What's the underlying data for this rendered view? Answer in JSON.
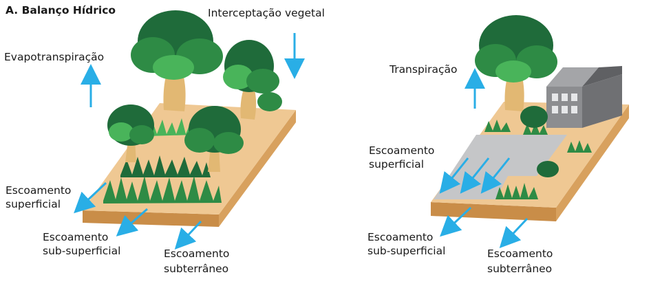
{
  "title": "A. Balanço Hídrico",
  "left_scene": {
    "interception": "Interceptação vegetal",
    "evapotranspiration": "Evapotranspiração",
    "surface_runoff": [
      "Escoamento",
      "superficial"
    ],
    "subsurface_runoff": [
      "Escoamento",
      "sub-superficial"
    ],
    "groundwater_runoff": [
      "Escoamento",
      "subterrâneo"
    ]
  },
  "right_scene": {
    "transpiration": "Transpiração",
    "surface_runoff": [
      "Escoamento",
      "superficial"
    ],
    "subsurface_runoff": [
      "Escoamento",
      "sub-superficial"
    ],
    "groundwater_runoff": [
      "Escoamento",
      "subterrâneo"
    ]
  },
  "colors": {
    "arrow": "#29aee6",
    "soil_top": "#efc893",
    "soil_side": "#d8a15e",
    "soil_front": "#c98d48",
    "pavement": "#c5c6c8",
    "tree_dark": "#1f6b3a",
    "tree_mid": "#2e8b45",
    "tree_light": "#49b45a",
    "trunk": "#e2b873",
    "building": "#8c8d90"
  }
}
